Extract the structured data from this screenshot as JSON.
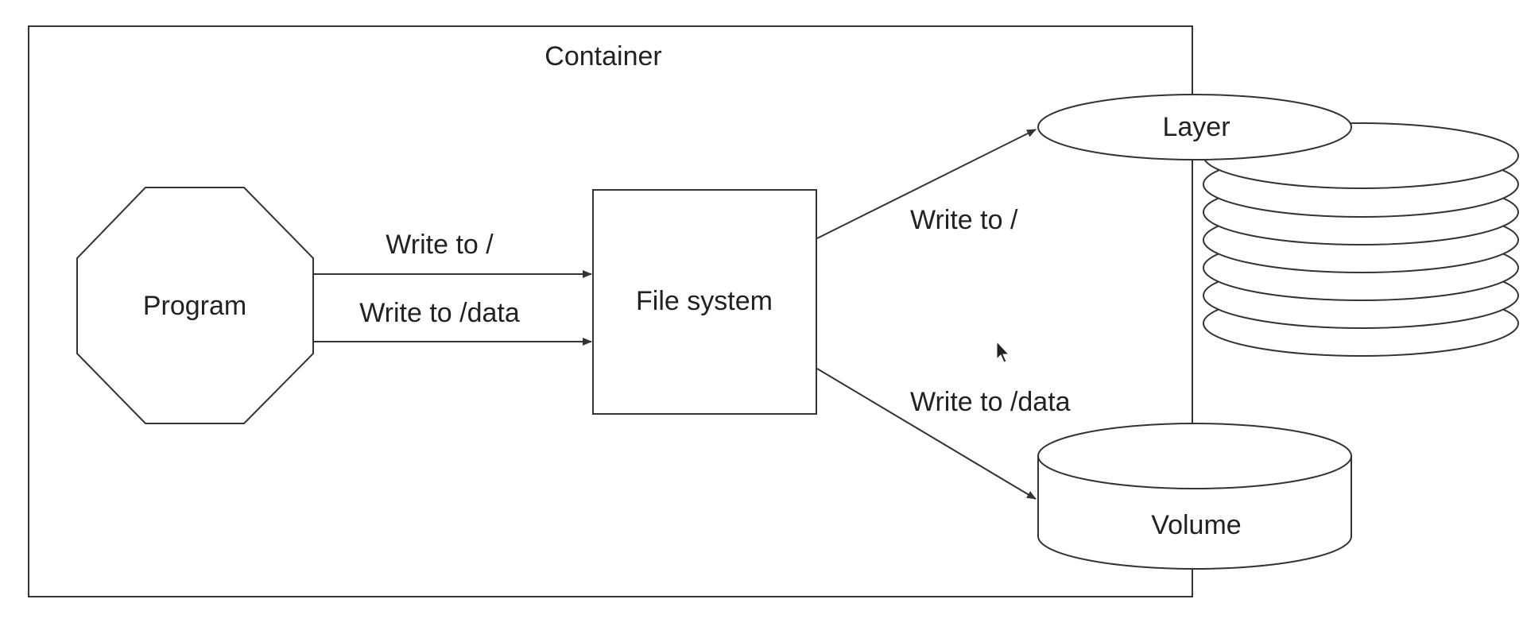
{
  "labels": {
    "container": "Container",
    "program": "Program",
    "file_system": "File system",
    "layer": "Layer",
    "volume": "Volume",
    "write_root_program": "Write to /",
    "write_data_program": "Write to /data",
    "write_root_fs": "Write to /",
    "write_data_fs": "Write to /data"
  }
}
